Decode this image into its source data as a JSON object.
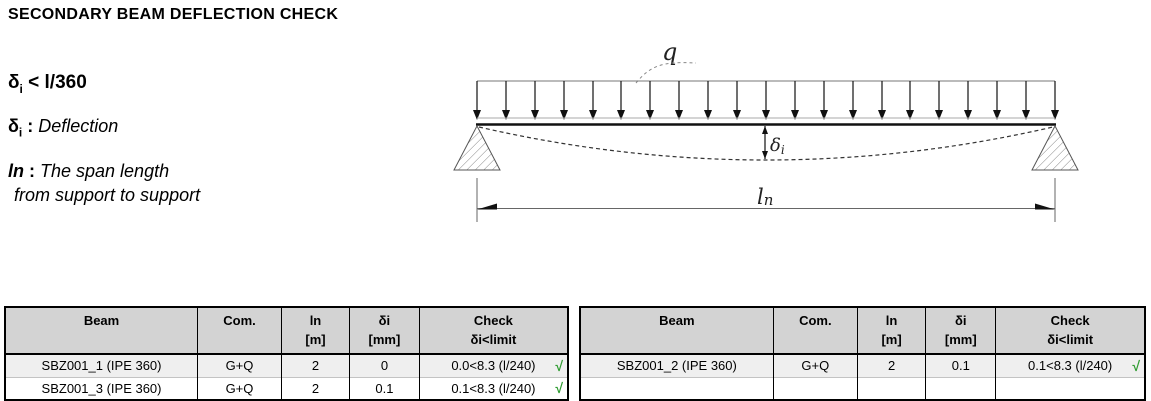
{
  "title": "SECONDARY BEAM DEFLECTION CHECK",
  "definitions": {
    "criterion": {
      "symbol": "δ",
      "sub": "i",
      "rest": " < l/360"
    },
    "deflection": {
      "symbol": "δ",
      "sub": "i",
      "sep": " : ",
      "text": "Deflection"
    },
    "span": {
      "symbol": "ln",
      "sep": " : ",
      "line1": "The span length",
      "line2": "from support to support"
    }
  },
  "diagram": {
    "load_label": "q",
    "deflection_symbol": "δ",
    "deflection_sub": "i",
    "span_symbol": "l",
    "span_sub": "n"
  },
  "tables": [
    {
      "headers": [
        {
          "l1": "Beam",
          "l2": ""
        },
        {
          "l1": "Com.",
          "l2": ""
        },
        {
          "l1": "ln",
          "l2": "[m]"
        },
        {
          "l1": "δi",
          "l2": "[mm]"
        },
        {
          "l1": "Check",
          "l2": "δi<limit"
        }
      ],
      "rows": [
        {
          "beam": "SBZ001_1 (IPE 360)",
          "com": "G+Q",
          "ln_m": "2",
          "di_mm": "0",
          "check": "0.0<8.3 (l/240)",
          "pass": "√"
        },
        {
          "beam": "SBZ001_3 (IPE 360)",
          "com": "G+Q",
          "ln_m": "2",
          "di_mm": "0.1",
          "check": "0.1<8.3 (l/240)",
          "pass": "√"
        }
      ]
    },
    {
      "headers": [
        {
          "l1": "Beam",
          "l2": ""
        },
        {
          "l1": "Com.",
          "l2": ""
        },
        {
          "l1": "ln",
          "l2": "[m]"
        },
        {
          "l1": "δi",
          "l2": "[mm]"
        },
        {
          "l1": "Check",
          "l2": "δi<limit"
        }
      ],
      "rows": [
        {
          "beam": "SBZ001_2 (IPE 360)",
          "com": "G+Q",
          "ln_m": "2",
          "di_mm": "0.1",
          "check": "0.1<8.3 (l/240)",
          "pass": "√"
        },
        {
          "beam": "",
          "com": "",
          "ln_m": "",
          "di_mm": "",
          "check": "",
          "pass": ""
        }
      ]
    }
  ],
  "colors": {
    "check_pass_green": "#2f9c31",
    "table_header_bg": "#d3d3d3",
    "table_stripe_bg": "#efefef",
    "line_gray": "#777777",
    "ink_black": "#000000"
  }
}
